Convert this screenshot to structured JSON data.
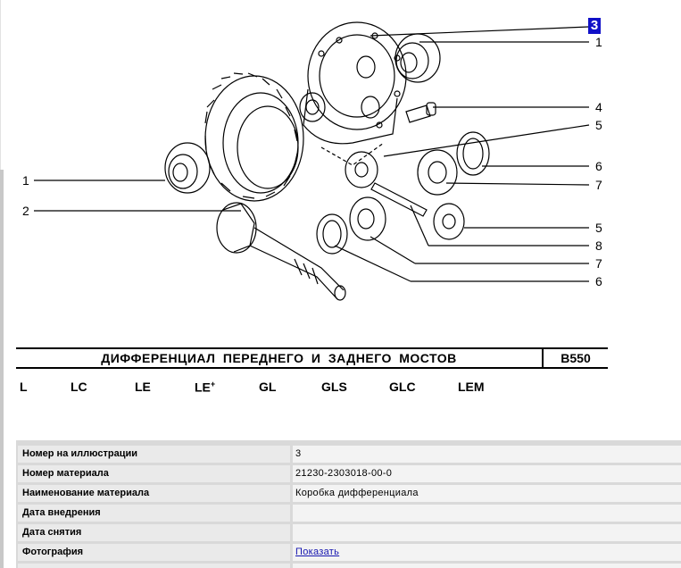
{
  "diagram": {
    "highlight": "3",
    "callouts_right": [
      "1",
      "4",
      "5",
      "6",
      "7",
      "5",
      "8",
      "7",
      "6"
    ],
    "callouts_left": [
      "1",
      "2"
    ],
    "colors": {
      "highlight_bg": "#1010c8"
    }
  },
  "header": {
    "title": "ДИФФЕРЕНЦИАЛ ПЕРЕДНЕГО И ЗАДНЕГО МОСТОВ",
    "code": "B550"
  },
  "models": [
    "L",
    "LC",
    "LE",
    "LE",
    "GL",
    "GLS",
    "GLC",
    "LEM"
  ],
  "models_plus": "+",
  "details": {
    "rows": [
      {
        "label": "Номер на иллюстрации",
        "value": "3"
      },
      {
        "label": "Номер материала",
        "value": "21230-2303018-00-0"
      },
      {
        "label": "Наименование материала",
        "value": "Коробка дифференциала"
      },
      {
        "label": "Дата внедрения",
        "value": ""
      },
      {
        "label": "Дата снятия",
        "value": ""
      },
      {
        "label": "Фотография",
        "value": "Показать"
      }
    ]
  }
}
